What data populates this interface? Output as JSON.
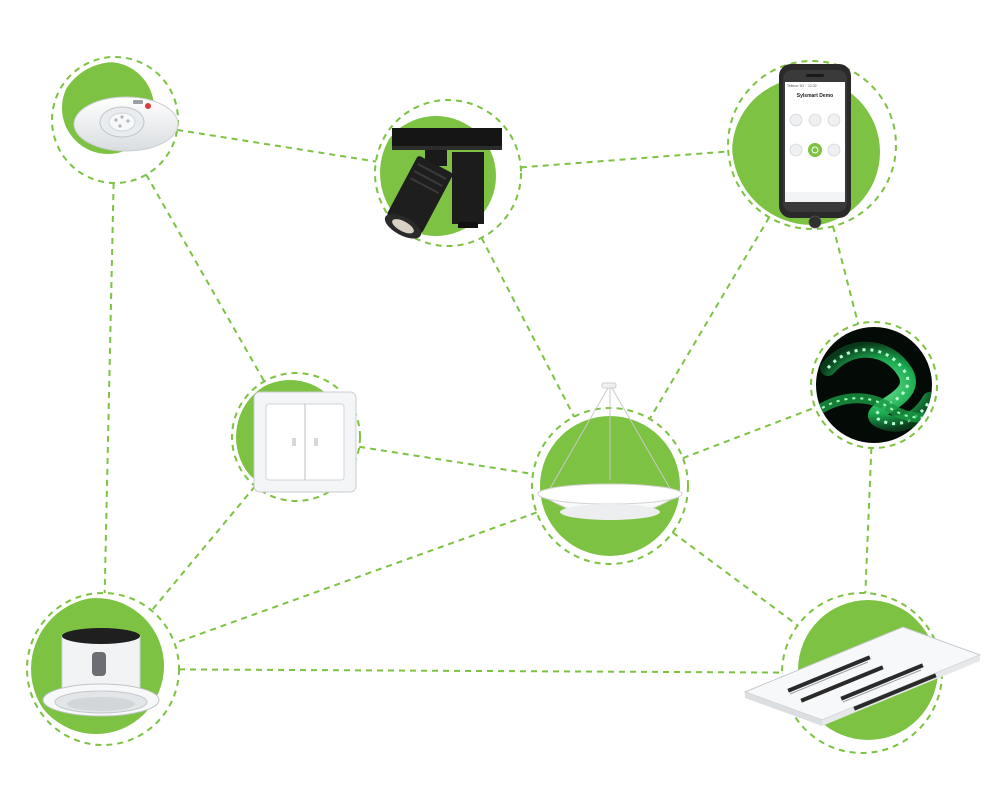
{
  "colors": {
    "accent": "#7dc242",
    "dashed_link": "#7dc242",
    "background": "#ffffff"
  },
  "app_screen": {
    "status_left": "Telenor 3G",
    "status_time": "12:32",
    "title": "Sylsmart Demo"
  },
  "nodes": [
    {
      "id": "presence-sensor",
      "icon": "ceiling-presence-sensor-icon"
    },
    {
      "id": "track-spotlight",
      "icon": "track-spotlight-icon"
    },
    {
      "id": "smartphone-app",
      "icon": "smartphone-app-icon"
    },
    {
      "id": "wall-switch",
      "icon": "wall-switch-icon"
    },
    {
      "id": "pendant-light",
      "icon": "pendant-light-icon"
    },
    {
      "id": "led-strip",
      "icon": "led-strip-icon"
    },
    {
      "id": "downlight",
      "icon": "recessed-downlight-icon"
    },
    {
      "id": "panel-luminaire",
      "icon": "louvre-panel-luminaire-icon"
    }
  ],
  "links": [
    [
      "presence-sensor",
      "track-spotlight"
    ],
    [
      "presence-sensor",
      "wall-switch"
    ],
    [
      "presence-sensor",
      "downlight"
    ],
    [
      "track-spotlight",
      "smartphone-app"
    ],
    [
      "track-spotlight",
      "pendant-light"
    ],
    [
      "smartphone-app",
      "pendant-light"
    ],
    [
      "smartphone-app",
      "led-strip"
    ],
    [
      "wall-switch",
      "pendant-light"
    ],
    [
      "wall-switch",
      "downlight"
    ],
    [
      "pendant-light",
      "led-strip"
    ],
    [
      "pendant-light",
      "downlight"
    ],
    [
      "pendant-light",
      "panel-luminaire"
    ],
    [
      "led-strip",
      "panel-luminaire"
    ],
    [
      "downlight",
      "panel-luminaire"
    ]
  ]
}
